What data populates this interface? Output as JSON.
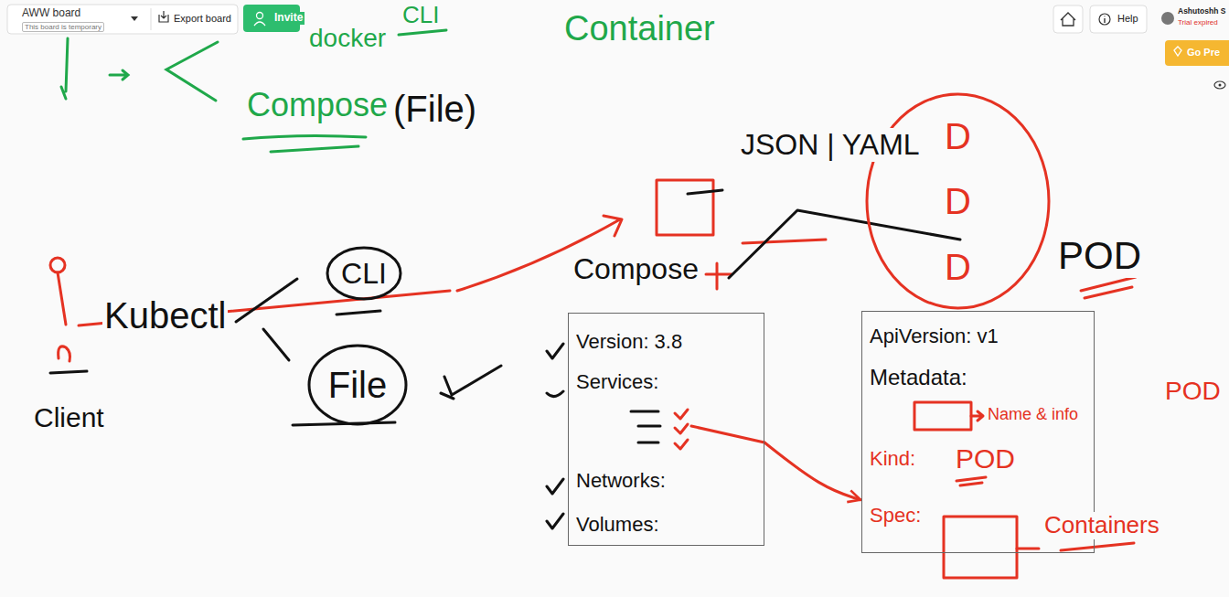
{
  "diagram": {
    "nodes": [
      {
        "text": [
          "D",
          "D",
          "D"
        ]
      },
      {
        "text": [
          "CLI"
        ]
      },
      {
        "text": [
          "File"
        ]
      },
      {
        "text": [
          "Version: 3.8",
          "Services:",
          "Networks:",
          "Volumes:"
        ]
      },
      {
        "text": [
          "ApiVersion: v1",
          "Metadata:",
          "Kind:",
          "POD",
          "Spec:"
        ]
      }
    ],
    "edges": [
      {
        "from": 3,
        "to": 4,
        "arrow": "to"
      }
    ],
    "labels": [
      "AWW board",
      "This board is temporary",
      "Export board",
      "Invite",
      "Help",
      "Ashutoshh S",
      "Trial expired",
      "Go Pre",
      "docker",
      "CLI",
      "Container",
      "Compose",
      "(File)",
      "JSON | YAML",
      "POD",
      "Compose",
      "Kubectl",
      "Client",
      "Name & info",
      "POD",
      "Containers"
    ]
  }
}
